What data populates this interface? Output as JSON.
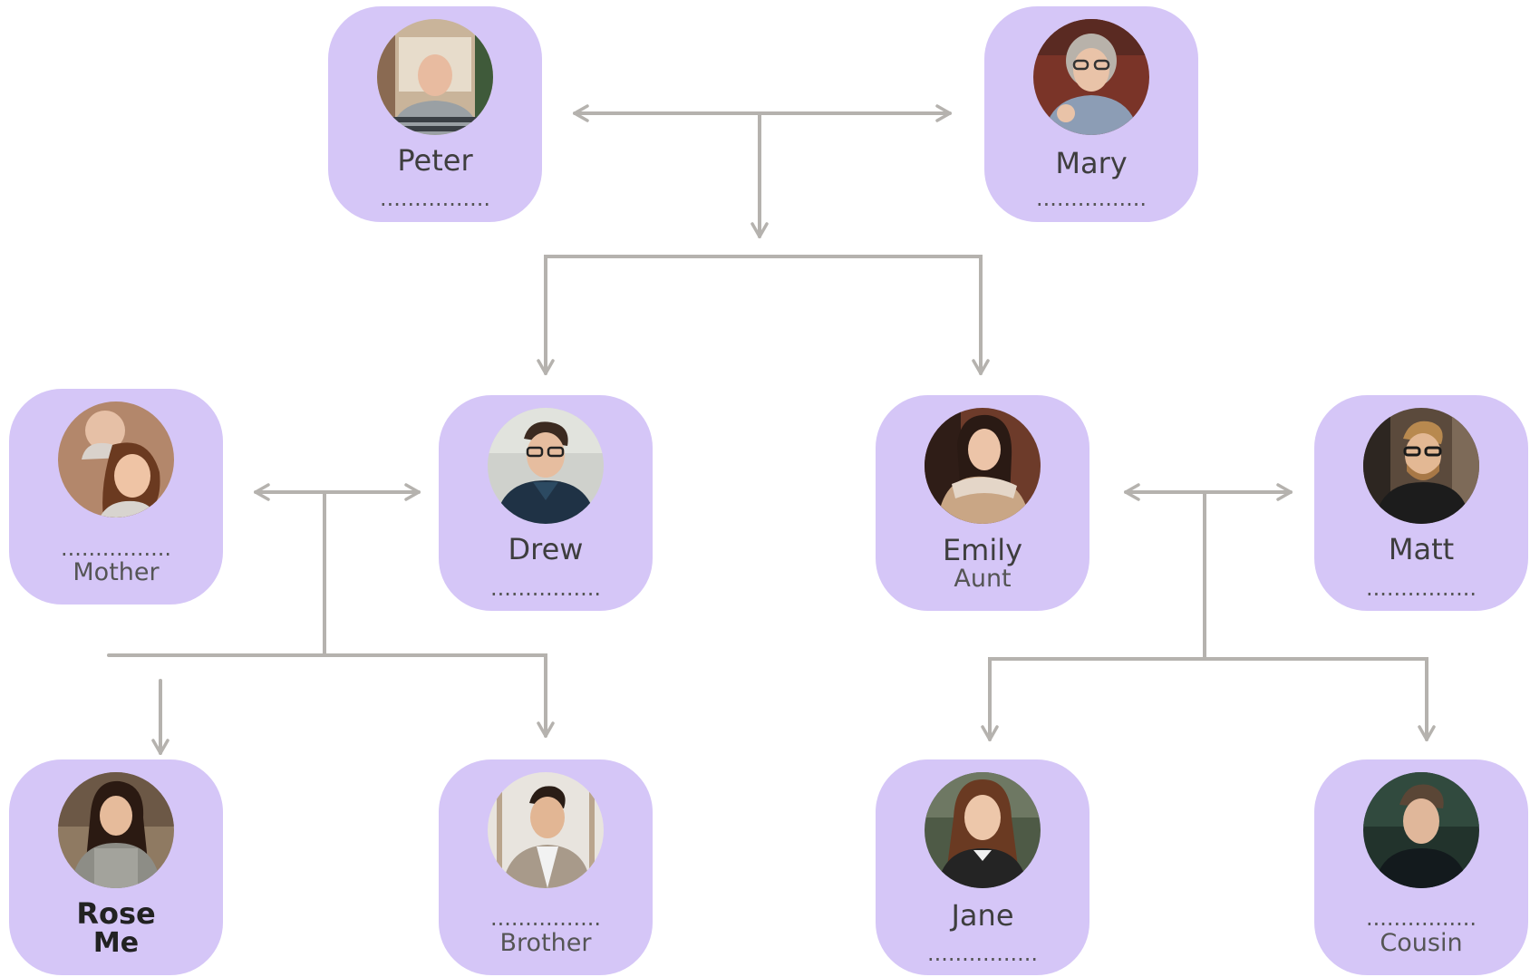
{
  "dots": "................",
  "people": {
    "peter": {
      "name": "Peter",
      "role": ""
    },
    "mary": {
      "name": "Mary",
      "role": ""
    },
    "mother": {
      "name": "",
      "role": "Mother"
    },
    "drew": {
      "name": "Drew",
      "role": ""
    },
    "emily": {
      "name": "Emily",
      "role": "Aunt"
    },
    "matt": {
      "name": "Matt",
      "role": ""
    },
    "rose": {
      "name": "Rose",
      "role": "Me"
    },
    "brother": {
      "name": "",
      "role": "Brother"
    },
    "jane": {
      "name": "Jane",
      "role": ""
    },
    "cousin": {
      "name": "",
      "role": "Cousin"
    }
  },
  "colors": {
    "card": "#d5c6f7",
    "connector": "#b5b2ae",
    "text": "#3e3e3e"
  },
  "icons": {
    "placeholder": "person-photo"
  }
}
